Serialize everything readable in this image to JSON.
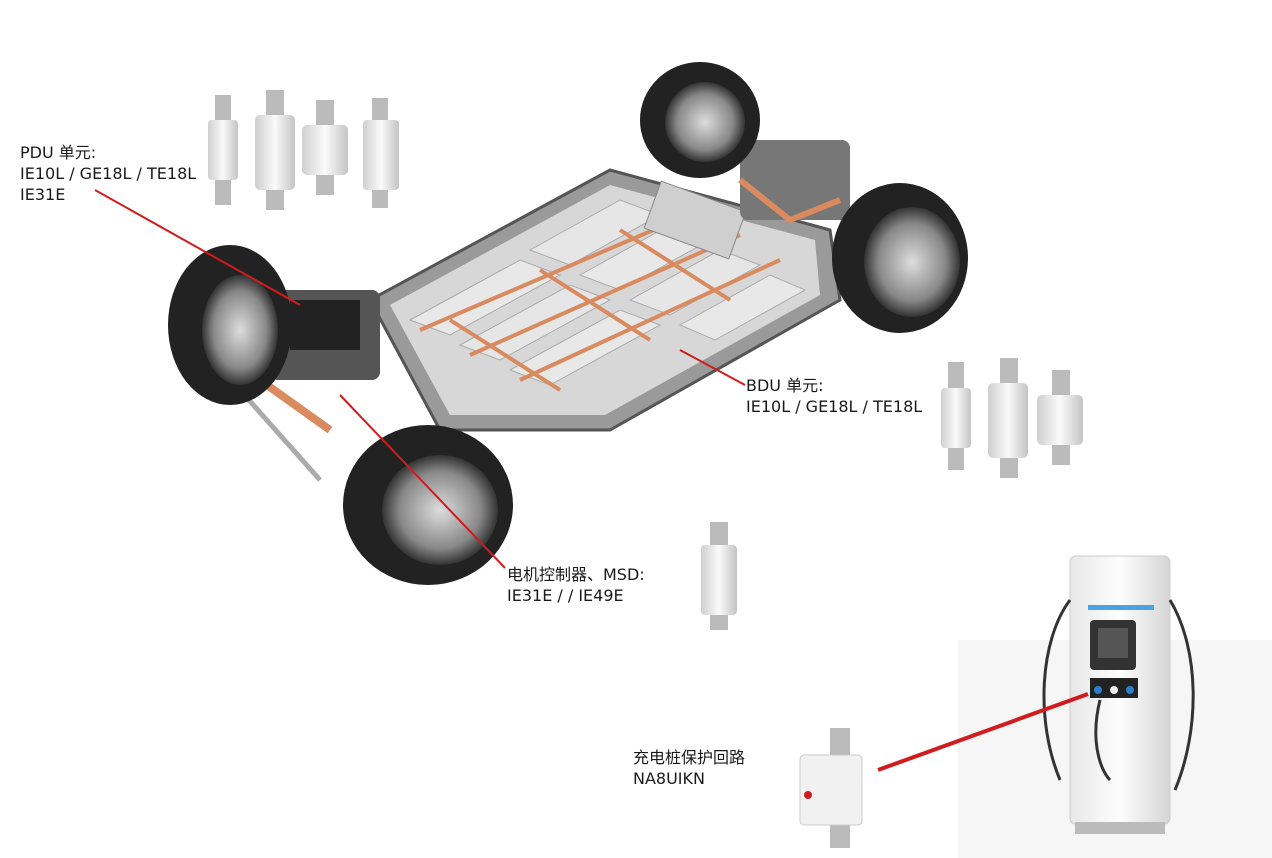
{
  "labels": {
    "pdu": {
      "title": "PDU 单元:",
      "line1": "IE10L / GE18L / TE18L",
      "line2": "IE31E"
    },
    "bdu": {
      "title": "BDU 单元:",
      "line1": "IE10L / GE18L / TE18L"
    },
    "motor": {
      "title": "电机控制器、MSD:",
      "line1": "IE31E /  / IE49E"
    },
    "charger": {
      "title": "充电桩保护回路",
      "line1": "NA8UIKN"
    }
  },
  "colors": {
    "leader": "#d01c1f",
    "copper": "#d98a5f",
    "tire": "#222222",
    "metal": "#b8b8b8"
  }
}
